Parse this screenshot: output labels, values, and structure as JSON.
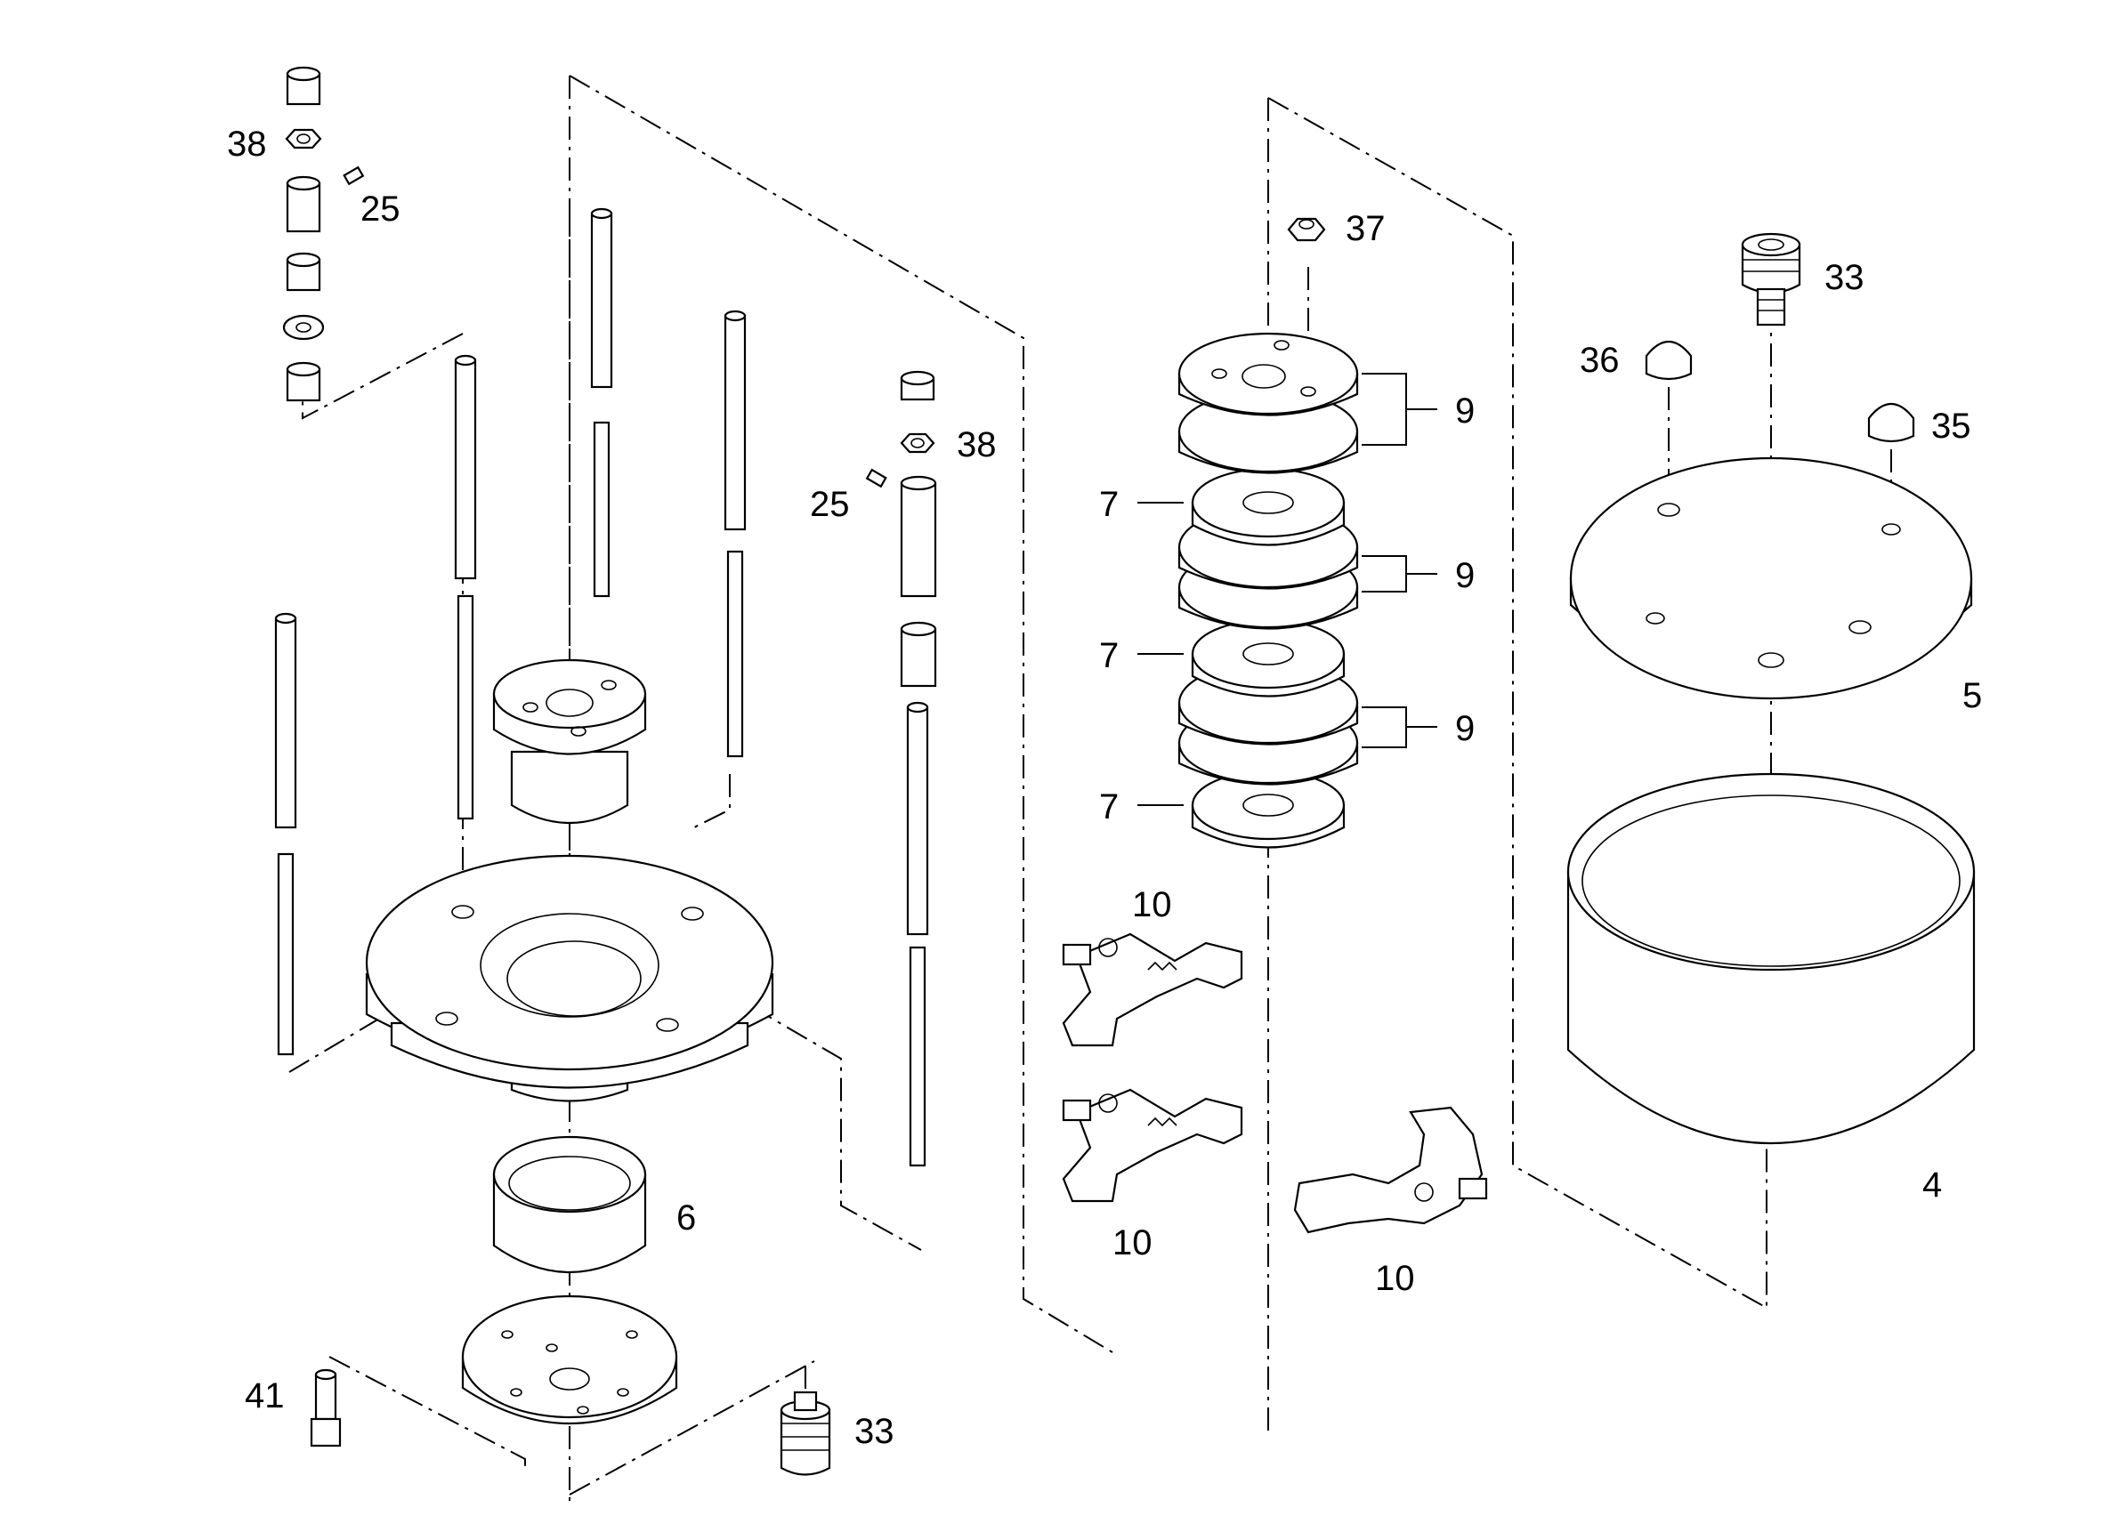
{
  "callouts": {
    "c38a": "38",
    "c25a": "25",
    "c38b": "38",
    "c25b": "25",
    "c37": "37",
    "c33a": "33",
    "c36": "36",
    "c35": "35",
    "c9a": "9",
    "c9b": "9",
    "c9c": "9",
    "c7a": "7",
    "c7b": "7",
    "c7c": "7",
    "c10a": "10",
    "c10b": "10",
    "c10c": "10",
    "c5": "5",
    "c4": "4",
    "c6": "6",
    "c41": "41",
    "c33b": "33"
  }
}
